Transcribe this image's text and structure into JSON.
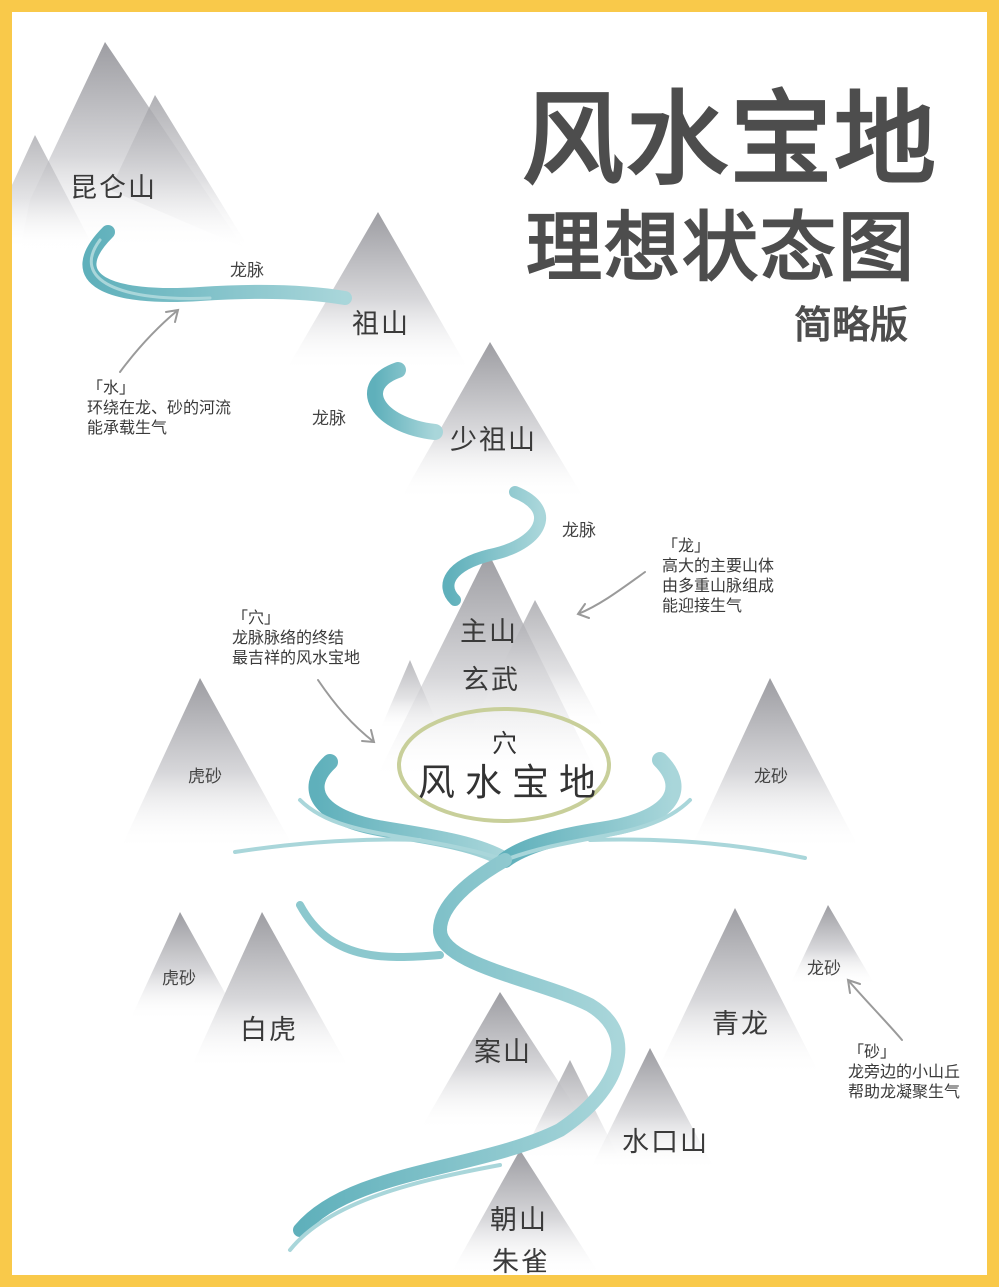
{
  "title": {
    "line1": "风水宝地",
    "line2": "理想状态图",
    "line3": "简略版"
  },
  "mountains": {
    "kunlun": "昆仑山",
    "zu": "祖山",
    "shaozu": "少祖山",
    "zhu": "主山",
    "xuanwu": "玄武",
    "hu_sha_1": "虎砂",
    "long_sha_1": "龙砂",
    "hu_sha_2": "虎砂",
    "baihu": "白虎",
    "an": "案山",
    "qinglong": "青龙",
    "long_sha_2": "龙砂",
    "shuikou": "水口山",
    "chao": "朝山",
    "zhuque": "朱雀"
  },
  "dragon_veins": [
    "龙脉",
    "龙脉",
    "龙脉"
  ],
  "center": {
    "xue": "穴",
    "label": "风水宝地",
    "ring_color": "#c8cf9a"
  },
  "notes": {
    "water": {
      "head": "「水」",
      "lines": [
        "环绕在龙、砂的河流",
        "能承载生气"
      ]
    },
    "dragon": {
      "head": "「龙」",
      "lines": [
        "高大的主要山体",
        "由多重山脉组成",
        "能迎接生气"
      ]
    },
    "cave": {
      "head": "「穴」",
      "lines": [
        "龙脉脉络的终结",
        "最吉祥的风水宝地"
      ]
    },
    "sand": {
      "head": "「砂」",
      "lines": [
        "龙旁边的小山丘",
        "帮助龙凝聚生气"
      ]
    }
  },
  "colors": {
    "border": "#f9c94a",
    "river": "#7fbfc6",
    "mountain": "#a8a8ac",
    "title": "#4d4d4d"
  }
}
